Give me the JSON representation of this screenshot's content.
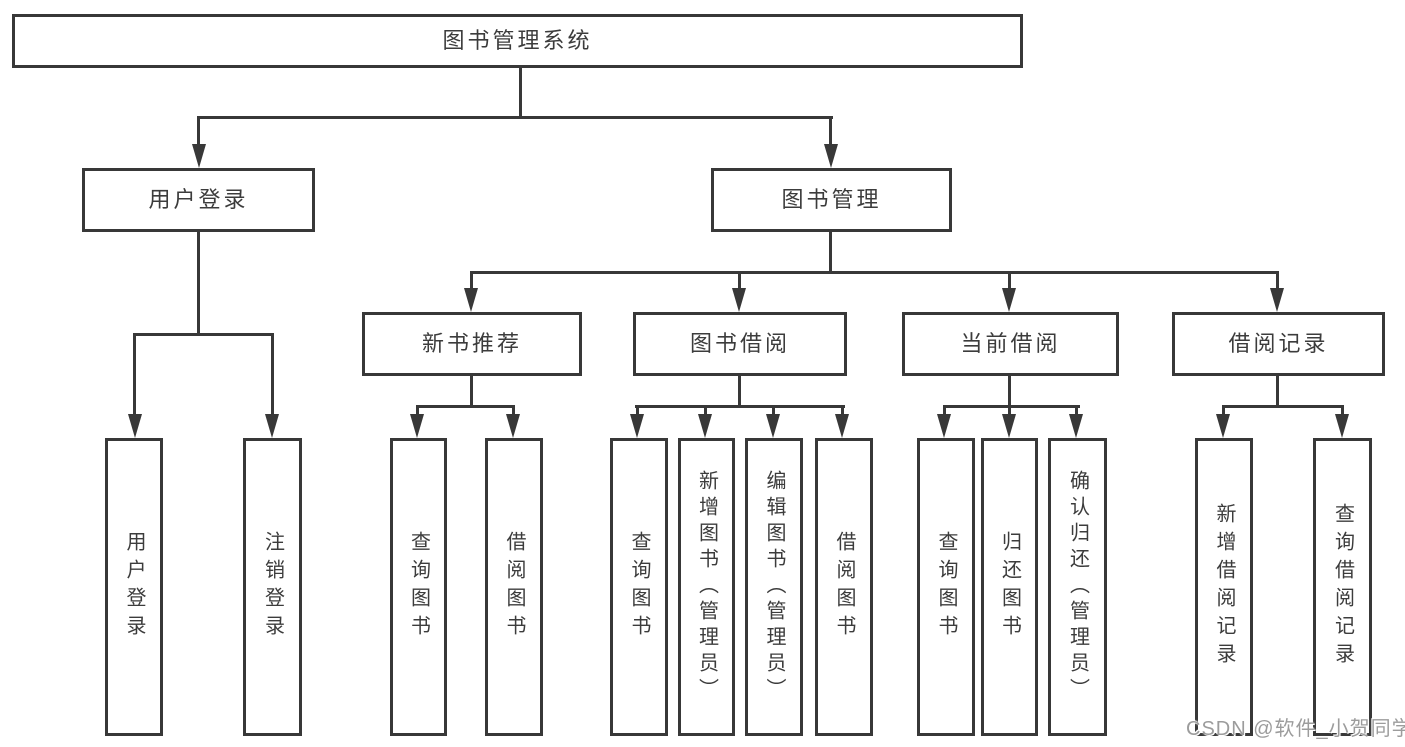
{
  "nodes": {
    "root": "图书管理系统",
    "level2": [
      "用户登录",
      "图书管理"
    ],
    "level3": [
      "新书推荐",
      "图书借阅",
      "当前借阅",
      "借阅记录"
    ],
    "leaves_user": [
      "用户登录",
      "注销登录"
    ],
    "leaves_new_book": [
      "查询图书",
      "借阅图书"
    ],
    "leaves_borrow": [
      "查询图书",
      "新增图书（管理员）",
      "编辑图书（管理员）",
      "借阅图书"
    ],
    "leaves_current": [
      "查询图书",
      "归还图书",
      "确认归还（管理员）"
    ],
    "leaves_record": [
      "新增借阅记录",
      "查询借阅记录"
    ]
  },
  "watermark": "CSDN @软件_小贺同学",
  "colors": {
    "line": "#383838",
    "text": "#3c3c3c",
    "watermark": "#9c9c9c",
    "background": "#ffffff"
  }
}
